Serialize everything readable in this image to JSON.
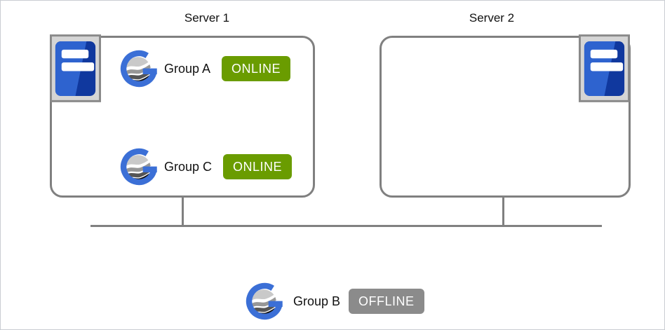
{
  "colors": {
    "online_badge": "#6a9c00",
    "offline_badge": "#8b8b8b",
    "connector_gray": "#808080",
    "logo_blue": "#3b6fd6",
    "server_blue_light": "#2e63cf",
    "server_blue_dark": "#10389e"
  },
  "servers": [
    {
      "label": "Server 1",
      "groups": [
        {
          "name": "Group A",
          "status": "ONLINE"
        },
        {
          "name": "Group C",
          "status": "ONLINE"
        }
      ]
    },
    {
      "label": "Server 2",
      "groups": []
    }
  ],
  "standalone_group": {
    "name": "Group B",
    "status": "OFFLINE"
  }
}
